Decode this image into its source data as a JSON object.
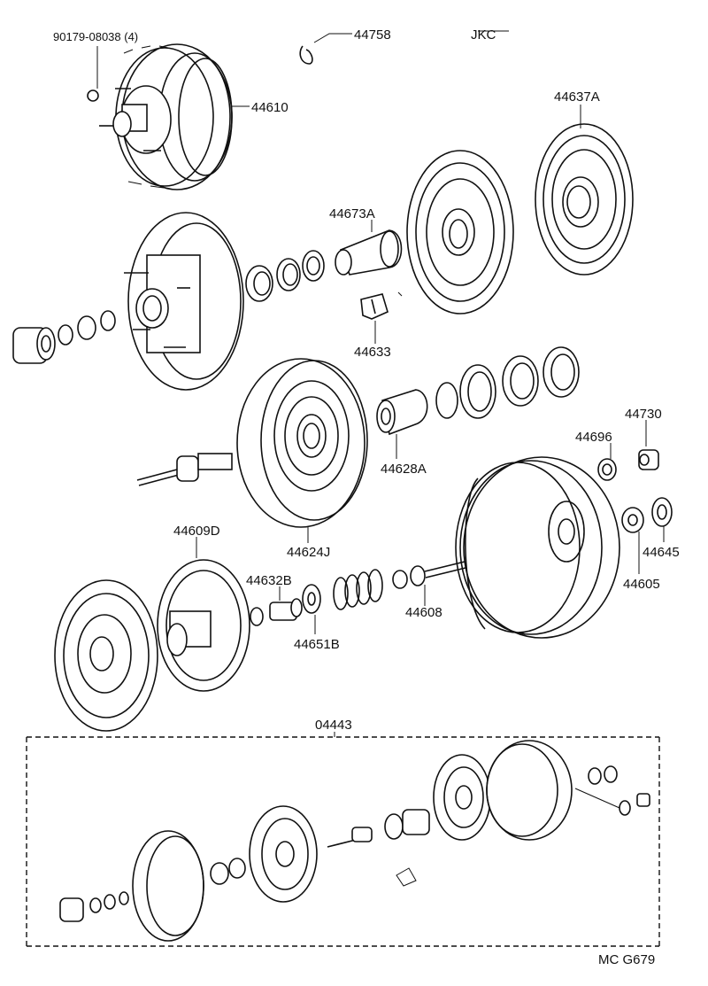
{
  "header": {
    "code": "JKC"
  },
  "footer": {
    "code": "MC G679"
  },
  "assembly": {
    "label": "04443"
  },
  "parts": [
    {
      "id": "bolt",
      "label": "90179-08038 (4)"
    },
    {
      "id": "clip",
      "label": "44758"
    },
    {
      "id": "front-shell",
      "label": "44610"
    },
    {
      "id": "diaphragm-a",
      "label": "44637A"
    },
    {
      "id": "valve-body-a",
      "label": "44673A"
    },
    {
      "id": "key",
      "label": "44633"
    },
    {
      "id": "valve-body-b",
      "label": "44628A"
    },
    {
      "id": "check-valve",
      "label": "44730"
    },
    {
      "id": "grommet",
      "label": "44696"
    },
    {
      "id": "diaphragm-j",
      "label": "44624J"
    },
    {
      "id": "plate-d",
      "label": "44609D"
    },
    {
      "id": "seal-b",
      "label": "44632B"
    },
    {
      "id": "retainer",
      "label": "44651B"
    },
    {
      "id": "push-rod",
      "label": "44608"
    },
    {
      "id": "rear-shell",
      "label": "44605"
    },
    {
      "id": "nut",
      "label": "44645"
    }
  ],
  "icons": [
    "exploded-assembly-diagram"
  ]
}
